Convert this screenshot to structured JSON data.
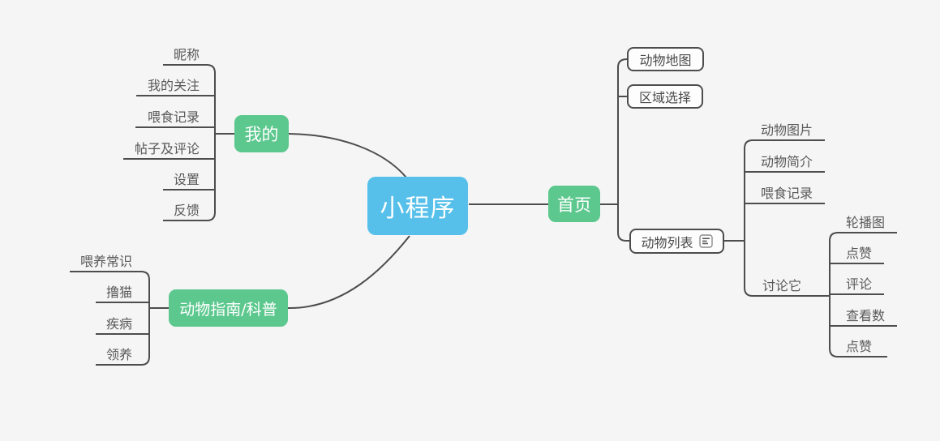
{
  "mindmap": {
    "root": {
      "label": "小程序"
    },
    "branches": {
      "mine": {
        "label": "我的",
        "children": [
          "昵称",
          "我的关注",
          "喂食记录",
          "帖子及评论",
          "设置",
          "反馈"
        ]
      },
      "guide": {
        "label": "动物指南/科普",
        "children": [
          "喂养常识",
          "撸猫",
          "疾病",
          "领养"
        ]
      },
      "home": {
        "label": "首页",
        "children": {
          "map": {
            "label": "动物地图"
          },
          "region": {
            "label": "区域选择"
          },
          "list": {
            "label": "动物列表",
            "icon": "note-icon",
            "children": {
              "image": {
                "label": "动物图片"
              },
              "intro": {
                "label": "动物简介"
              },
              "feeding": {
                "label": "喂食记录"
              },
              "discuss": {
                "label": "讨论它",
                "children": [
                  "轮播图",
                  "点赞",
                  "评论",
                  "查看数",
                  "点赞"
                ]
              }
            }
          }
        }
      }
    },
    "colors": {
      "background": "#f5f5f5",
      "root_fill": "#57c0ea",
      "branch_fill": "#5cc88e",
      "line": "#4d4d4d",
      "leaf_text": "#595959",
      "boxed_text": "#4a4a4a"
    }
  }
}
